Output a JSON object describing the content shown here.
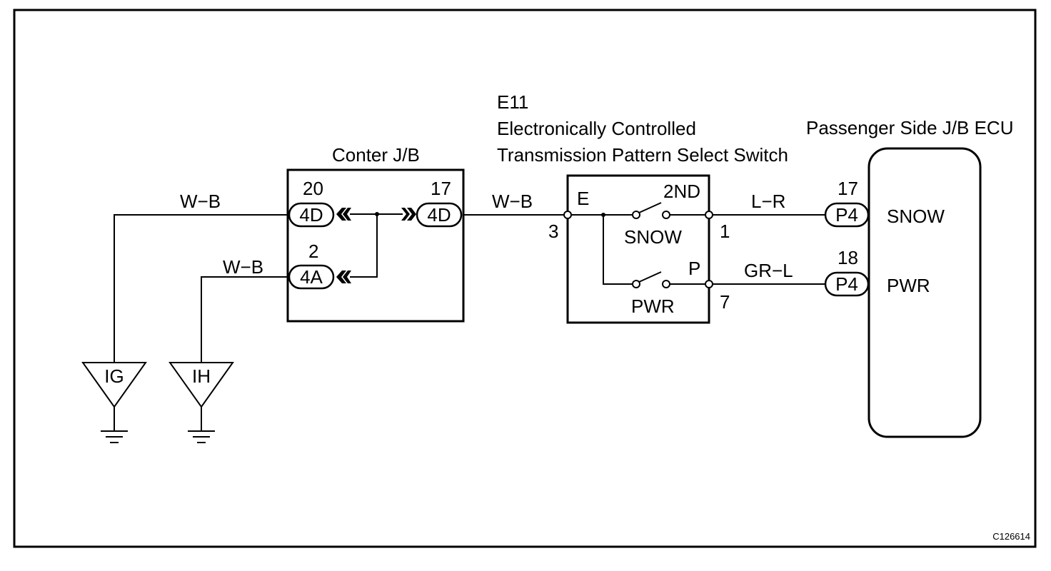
{
  "center_jb": {
    "title": "Conter J/B",
    "pin_20": "20",
    "pin_17": "17",
    "pin_2": "2",
    "conn_4d_left": "4D",
    "conn_4d_right": "4D",
    "conn_4a": "4A"
  },
  "switch": {
    "code": "E11",
    "name_line1": "Electronically Controlled",
    "name_line2": "Transmission Pattern Select Switch",
    "term_e": "E",
    "term_2nd": "2ND",
    "term_p": "P",
    "snow": "SNOW",
    "pwr": "PWR",
    "pin_3": "3",
    "pin_1": "1",
    "pin_7": "7"
  },
  "ecu": {
    "title": "Passenger Side J/B ECU",
    "pin_17": "17",
    "pin_18": "18",
    "conn_top": "P4",
    "conn_bottom": "P4",
    "snow": "SNOW",
    "pwr": "PWR"
  },
  "wires": {
    "wb_ig": "W−B",
    "wb_ih": "W−B",
    "wb_switch": "W−B",
    "lr": "L−R",
    "grl": "GR−L"
  },
  "grounds": {
    "ig": "IG",
    "ih": "IH"
  },
  "figure_code": "C126614"
}
